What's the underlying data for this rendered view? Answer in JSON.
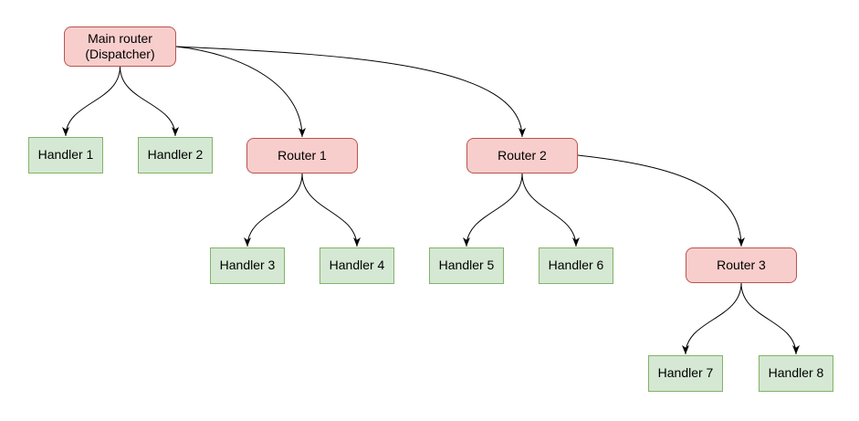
{
  "diagram_type": "tree",
  "nodes": {
    "main": {
      "label": "Main router\n(Dispatcher)",
      "type": "router"
    },
    "h1": {
      "label": "Handler 1",
      "type": "handler"
    },
    "h2": {
      "label": "Handler 2",
      "type": "handler"
    },
    "r1": {
      "label": "Router 1",
      "type": "router"
    },
    "r2": {
      "label": "Router 2",
      "type": "router"
    },
    "h3": {
      "label": "Handler 3",
      "type": "handler"
    },
    "h4": {
      "label": "Handler 4",
      "type": "handler"
    },
    "h5": {
      "label": "Handler 5",
      "type": "handler"
    },
    "h6": {
      "label": "Handler 6",
      "type": "handler"
    },
    "r3": {
      "label": "Router 3",
      "type": "router"
    },
    "h7": {
      "label": "Handler 7",
      "type": "handler"
    },
    "h8": {
      "label": "Handler 8",
      "type": "handler"
    }
  },
  "edges": [
    {
      "from": "Main router (Dispatcher)",
      "to": "Handler 1"
    },
    {
      "from": "Main router (Dispatcher)",
      "to": "Handler 2"
    },
    {
      "from": "Main router (Dispatcher)",
      "to": "Router 1"
    },
    {
      "from": "Main router (Dispatcher)",
      "to": "Router 2"
    },
    {
      "from": "Router 1",
      "to": "Handler 3"
    },
    {
      "from": "Router 1",
      "to": "Handler 4"
    },
    {
      "from": "Router 2",
      "to": "Handler 5"
    },
    {
      "from": "Router 2",
      "to": "Handler 6"
    },
    {
      "from": "Router 2",
      "to": "Router 3"
    },
    {
      "from": "Router 3",
      "to": "Handler 7"
    },
    {
      "from": "Router 3",
      "to": "Handler 8"
    }
  ],
  "colors": {
    "router_fill": "#f8cecc",
    "router_border": "#b85450",
    "handler_fill": "#d5e8d4",
    "handler_border": "#82b366",
    "edge": "#000000",
    "text": "#000000",
    "background": "#ffffff"
  }
}
